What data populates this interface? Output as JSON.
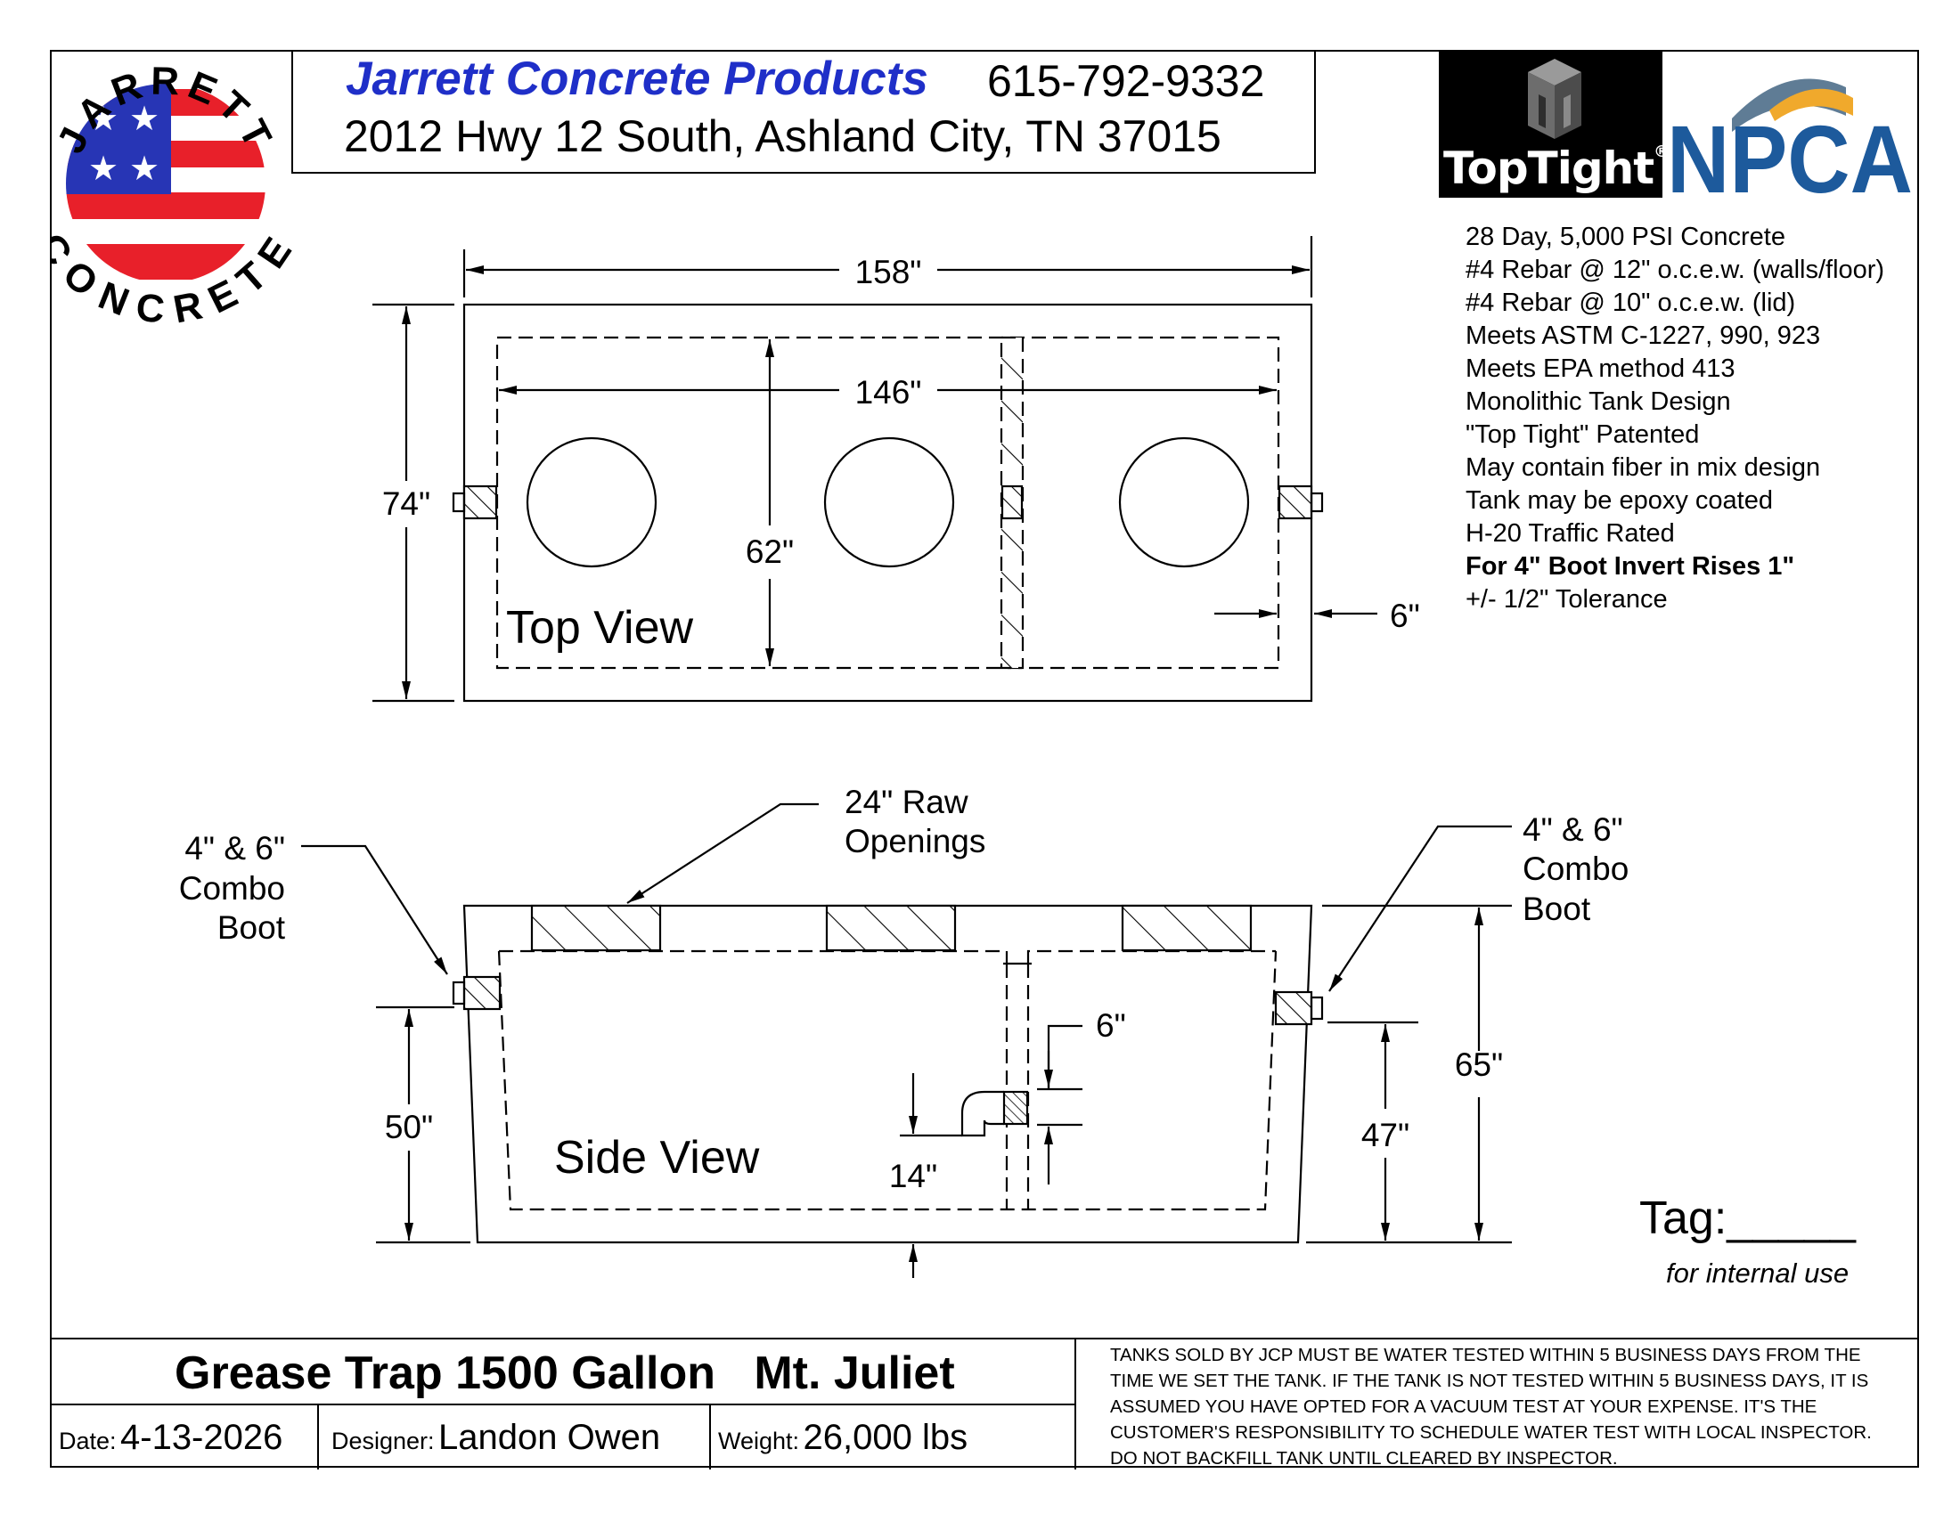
{
  "header": {
    "company_name": "Jarrett Concrete Products",
    "phone": "615-792-9332",
    "address": "2012 Hwy 12 South, Ashland City, TN 37015"
  },
  "logos": {
    "jarrett_top": "JARRETT",
    "jarrett_bottom": "CONCRETE",
    "toptight": "TopTight",
    "toptight_mark": "®",
    "npca": "NPCA"
  },
  "specs": [
    "28 Day, 5,000 PSI Concrete",
    "#4 Rebar @ 12\" o.c.e.w. (walls/floor)",
    "#4 Rebar @ 10\" o.c.e.w. (lid)",
    "Meets ASTM C-1227, 990, 923",
    "Meets EPA method 413",
    "Monolithic Tank Design",
    "\"Top Tight\" Patented",
    "May contain fiber in mix design",
    "Tank may be epoxy coated",
    "H-20 Traffic Rated",
    "For 4\" Boot Invert Rises 1\"",
    "+/- 1/2\" Tolerance"
  ],
  "top_view": {
    "label": "Top View",
    "dim_length": "158\"",
    "dim_inner_length": "146\"",
    "dim_width": "74\"",
    "dim_inner_width": "62\"",
    "dim_wall": "6\""
  },
  "side_view": {
    "label": "Side View",
    "raw_openings": [
      "24\" Raw",
      "Openings"
    ],
    "combo_boot_left": [
      "4\" & 6\"",
      "Combo",
      "Boot"
    ],
    "combo_boot_right": [
      "4\" & 6\"",
      "Combo",
      "Boot"
    ],
    "dim_inlet_height": "50\"",
    "dim_outlet_height": "47\"",
    "dim_total_height": "65\"",
    "dim_baffle_gap": "6\"",
    "dim_baffle_bottom": "14\""
  },
  "tag": {
    "label": "Tag:_____",
    "note": "for internal use"
  },
  "title_block": {
    "title": "Grease Trap 1500 Gallon   Mt. Juliet",
    "date_label": "Date:",
    "date": "4-13-2026",
    "designer_label": "Designer:",
    "designer": "Landon Owen",
    "weight_label": "Weight:",
    "weight": "26,000 lbs",
    "disclaimer": "TANKS SOLD BY JCP MUST BE WATER TESTED WITHIN 5 BUSINESS DAYS FROM THE TIME WE SET THE TANK. IF THE TANK IS NOT TESTED WITHIN 5 BUSINESS DAYS, IT IS ASSUMED YOU HAVE OPTED FOR A VACUUM TEST AT YOUR EXPENSE. IT'S THE CUSTOMER'S RESPONSIBILITY TO SCHEDULE WATER TEST WITH LOCAL INSPECTOR. DO NOT BACKFILL TANK UNTIL CLEARED BY INSPECTOR."
  },
  "colors": {
    "company_blue": "#1f2fc8",
    "flag_red": "#e8202a",
    "flag_blue": "#2735b5",
    "npca_blue": "#1d5a9c",
    "npca_gold": "#f0a92c",
    "npca_steel": "#5f7c95"
  }
}
